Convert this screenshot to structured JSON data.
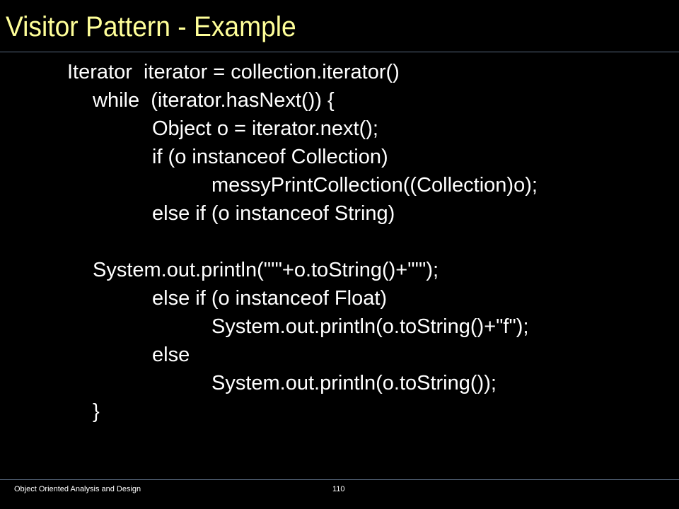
{
  "slide": {
    "title": "Visitor Pattern - Example",
    "code_lines": [
      "Iterator  iterator = collection.iterator()",
      "while  (iterator.hasNext()) {",
      "Object o = iterator.next();",
      "if (o instanceof Collection)",
      "messyPrintCollection((Collection)o);",
      "else if (o instanceof String)",
      "System.out.println(\"'\"+o.toString()+\"'\");",
      "else if (o instanceof Float)",
      "System.out.println(o.toString()+\"f\");",
      "else",
      "System.out.println(o.toString());",
      "}"
    ],
    "footer_text": "Object Oriented Analysis and Design",
    "page_number": "110"
  },
  "colors": {
    "background": "#000000",
    "title": "#ffff99",
    "text": "#ffffff",
    "rule": "#5a6a80"
  }
}
